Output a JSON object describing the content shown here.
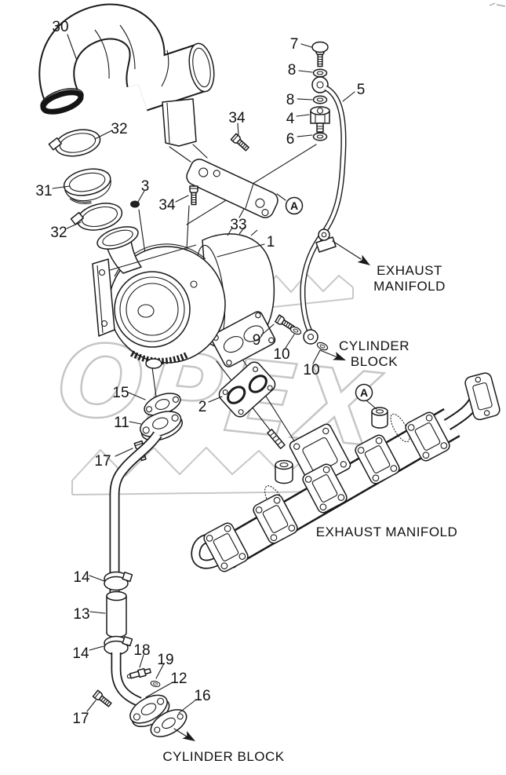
{
  "meta": {
    "background_color": "#ffffff",
    "line_color": "#1a1a1a",
    "watermark_color": "#c8c8c8"
  },
  "watermark": {
    "text": "OPEX"
  },
  "callouts": [
    {
      "label": "30"
    },
    {
      "label": "32"
    },
    {
      "label": "31"
    },
    {
      "label": "32"
    },
    {
      "label": "3"
    },
    {
      "label": "34"
    },
    {
      "label": "33"
    },
    {
      "label": "34"
    },
    {
      "label": "7"
    },
    {
      "label": "8"
    },
    {
      "label": "8"
    },
    {
      "label": "4"
    },
    {
      "label": "6"
    },
    {
      "label": "5"
    },
    {
      "label": "1"
    },
    {
      "label": "9"
    },
    {
      "label": "10"
    },
    {
      "label": "10"
    },
    {
      "label": "2"
    },
    {
      "label": "15"
    },
    {
      "label": "11"
    },
    {
      "label": "17"
    },
    {
      "label": "14"
    },
    {
      "label": "13"
    },
    {
      "label": "14"
    },
    {
      "label": "18"
    },
    {
      "label": "19"
    },
    {
      "label": "12"
    },
    {
      "label": "16"
    },
    {
      "label": "17"
    }
  ],
  "view_markers": [
    {
      "label": "A"
    },
    {
      "label": "A"
    }
  ],
  "annotations": {
    "exhaust_manifold_upper": [
      "EXHAUST",
      "MANIFOLD"
    ],
    "cylinder_block_upper": [
      "CYLINDER",
      "BLOCK"
    ],
    "exhaust_manifold_lower": "EXHAUST MANIFOLD",
    "cylinder_block_lower": "CYLINDER BLOCK"
  }
}
